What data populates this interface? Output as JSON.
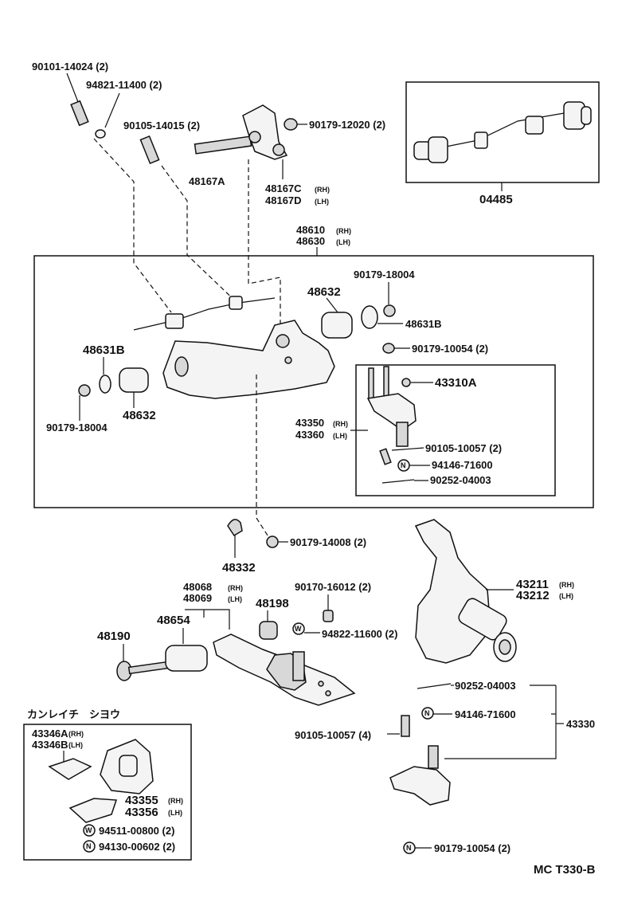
{
  "labels": {
    "bolt_90101": "90101-14024 (2)",
    "washer_94821": "94821-11400 (2)",
    "bolt_90105_a": "90105-14015 (2)",
    "bolt_48167a": "48167A",
    "bracket_48167c": "48167C",
    "bracket_48167c_side": "(RH)",
    "bracket_48167d": "48167D",
    "bracket_48167d_side": "(LH)",
    "nut_90179_12020": "90179-12020 (2)",
    "kit_04485": "04485",
    "arm_48610": "48610",
    "arm_48610_side": "(RH)",
    "arm_48630": "48630",
    "arm_48630_side": "(LH)",
    "bushing_48632_r": "48632",
    "nut_90179_18004_r": "90179-18004",
    "stopper_48631b_r": "48631B",
    "nut_90179_10054_a": "90179-10054 (2)",
    "stopper_48631b_l": "48631B",
    "bushing_48632_l": "48632",
    "nut_90179_18004_l": "90179-18004",
    "balljoint_43310a": "43310A",
    "balljoint_43350": "43350",
    "balljoint_43350_side": "(RH)",
    "balljoint_43360": "43360",
    "balljoint_43360_side": "(LH)",
    "bolt_90105_10057_a": "90105-10057 (2)",
    "nut_94146_a": "94146-71600",
    "pin_90252_a": "90252-04003",
    "bumper_48332": "48332",
    "nut_90179_14008": "90179-14008 (2)",
    "arm_48068": "48068",
    "arm_48068_side": "(RH)",
    "arm_48069": "48069",
    "arm_48069_side": "(LH)",
    "bumper_48198": "48198",
    "nut_90170": "90170-16012 (2)",
    "washer_94822": "94822-11600 (2)",
    "bolt_48190": "48190",
    "bushing_48654": "48654",
    "knuckle_43211": "43211",
    "knuckle_43211_side": "(RH)",
    "knuckle_43212": "43212",
    "knuckle_43212_side": "(LH)",
    "pin_90252_b": "90252-04003",
    "nut_94146_b": "94146-71600",
    "assy_43330": "43330",
    "bolt_90105_10057_b": "90105-10057 (4)",
    "nut_90179_10054_b": "90179-10054 (2)",
    "camber_title": "カンレイチ　シヨウ",
    "shim_43346a": "43346A",
    "shim_43346a_side": "(RH)",
    "shim_43346b": "43346B",
    "shim_43346b_side": "(LH)",
    "shim_43355": "43355",
    "shim_43355_side": "(RH)",
    "shim_43356": "43356",
    "shim_43356_side": "(LH)",
    "washer_94511": "94511-00800 (2)",
    "nut_94130": "94130-00602 (2)",
    "marker_w": "W",
    "marker_n": "N",
    "figure_code": "MC  T330-B"
  }
}
